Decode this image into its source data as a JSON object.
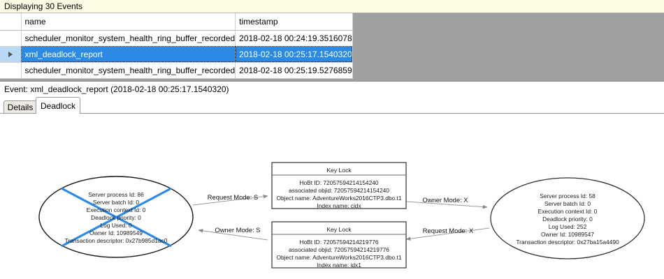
{
  "status_bar": {
    "text": "Displaying 30 Events"
  },
  "grid": {
    "columns": [
      {
        "key": "selector",
        "label": ""
      },
      {
        "key": "name",
        "label": "name"
      },
      {
        "key": "timestamp",
        "label": "timestamp"
      }
    ],
    "rows": [
      {
        "marker": "",
        "name": "scheduler_monitor_system_health_ring_buffer_recorded",
        "timestamp": "2018-02-18 00:24:19.3516078",
        "selected": false
      },
      {
        "marker": "row-marker-triangle",
        "name": "xml_deadlock_report",
        "timestamp": "2018-02-18 00:25:17.1540320",
        "selected": true
      },
      {
        "marker": "",
        "name": "scheduler_monitor_system_health_ring_buffer_recorded",
        "timestamp": "2018-02-18 00:25:19.5276859",
        "selected": false
      }
    ],
    "selection_color": "#2a8ae4"
  },
  "event_caption": {
    "text": "Event: xml_deadlock_report (2018-02-18 00:25:17.1540320)"
  },
  "tabs": [
    {
      "label": "Details",
      "active": false
    },
    {
      "label": "Deadlock",
      "active": true
    }
  ],
  "deadlock_graph": {
    "victim_marker_color": "#2e8ae8",
    "processes": [
      {
        "id": "process-left",
        "is_victim": true,
        "lines": [
          "Server process Id: 86",
          "Server batch Id: 0",
          "Execution context Id: 0",
          "Deadlock priority: 0",
          "Log Used: 0",
          "Owner Id: 10989549",
          "Transaction descriptor: 0x27b985d1ac0"
        ]
      },
      {
        "id": "process-right",
        "is_victim": false,
        "lines": [
          "Server process Id: 58",
          "Server batch Id: 0",
          "Execution context Id: 0",
          "Deadlock priority: 0",
          "Log Used: 252",
          "Owner Id: 10989547",
          "Transaction descriptor: 0x27ba15a4490"
        ]
      }
    ],
    "resources": [
      {
        "id": "keylock-top",
        "title": "Key Lock",
        "lines": [
          "HoBt ID: 72057594214154240",
          "associated objid: 72057594214154240",
          "Object name: AdventureWorks2016CTP3.dbo.t1",
          "Index name: cidx"
        ]
      },
      {
        "id": "keylock-bottom",
        "title": "Key Lock",
        "lines": [
          "HoBt ID: 72057594214219776",
          "associated objid: 72057594214219776",
          "Object name: AdventureWorks2016CTP3.dbo.t1",
          "Index name: idx1"
        ]
      }
    ],
    "edges": [
      {
        "id": "edge-left-request",
        "label": "Request Mode: S"
      },
      {
        "id": "edge-right-owner",
        "label": "Owner Mode: X"
      },
      {
        "id": "edge-left-owner",
        "label": "Owner Mode: S"
      },
      {
        "id": "edge-right-request",
        "label": "Request Mode: X"
      }
    ]
  }
}
